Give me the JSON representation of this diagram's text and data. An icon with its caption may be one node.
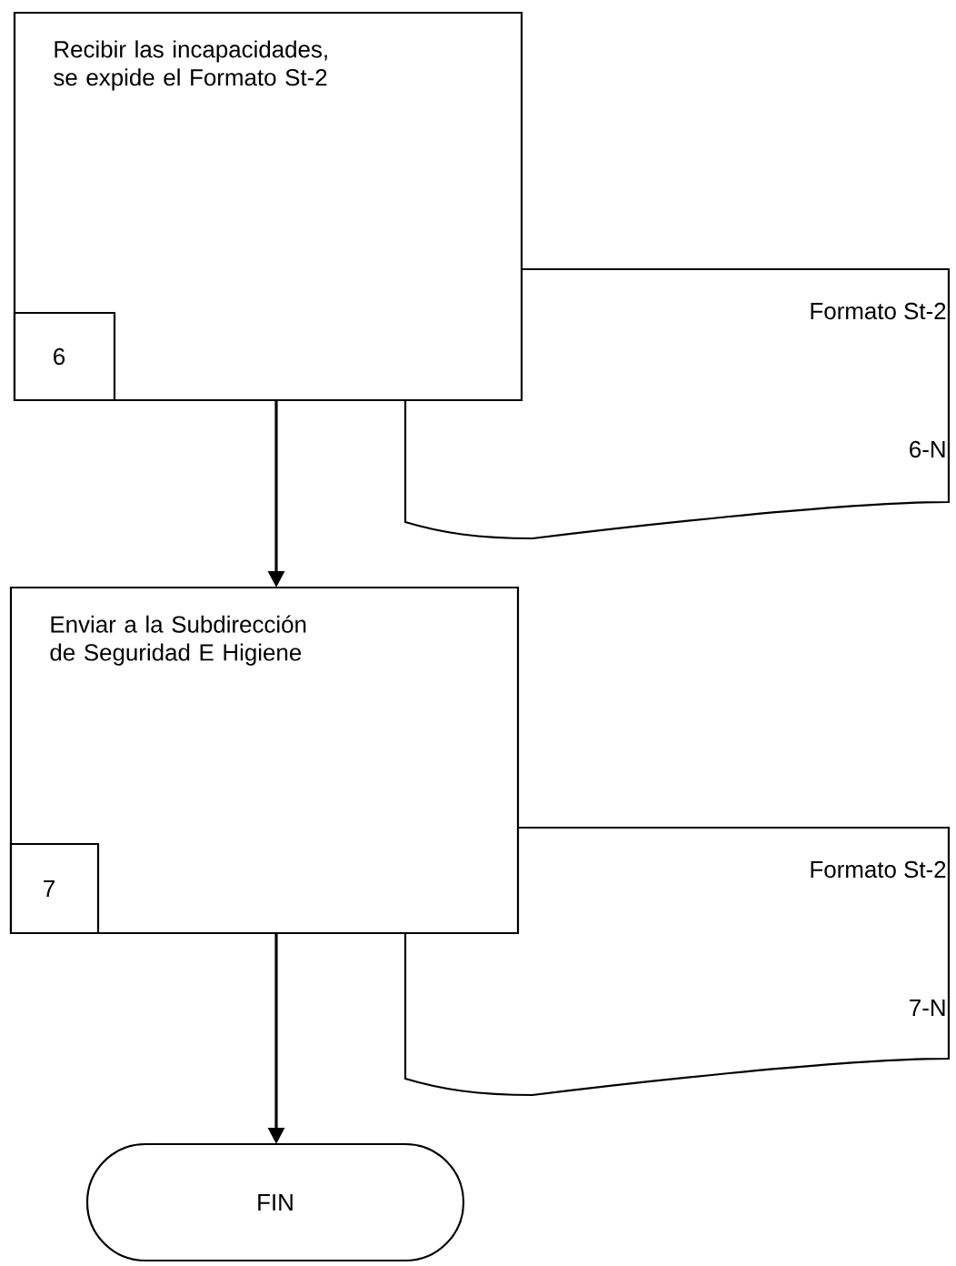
{
  "diagram": {
    "nodes": [
      {
        "text": [
          "Recibir  las incapacidades, se expide el Formato St-2"
        ]
      },
      {
        "text": [
          "6"
        ],
        "in": 0
      },
      {
        "text": [
          "Formato St-2",
          "6-N"
        ]
      },
      {
        "text": [
          "Enviar a la Subdirección de Seguridad E Higiene"
        ]
      },
      {
        "text": [
          "7"
        ],
        "in": 3
      },
      {
        "text": [
          "Formato St-2",
          "7-N"
        ]
      },
      {
        "text": [
          "FIN"
        ]
      }
    ],
    "edges": [
      {
        "from": 0,
        "to": 3,
        "arrow": "to"
      },
      {
        "from": 3,
        "to": 6,
        "arrow": "to"
      }
    ]
  }
}
